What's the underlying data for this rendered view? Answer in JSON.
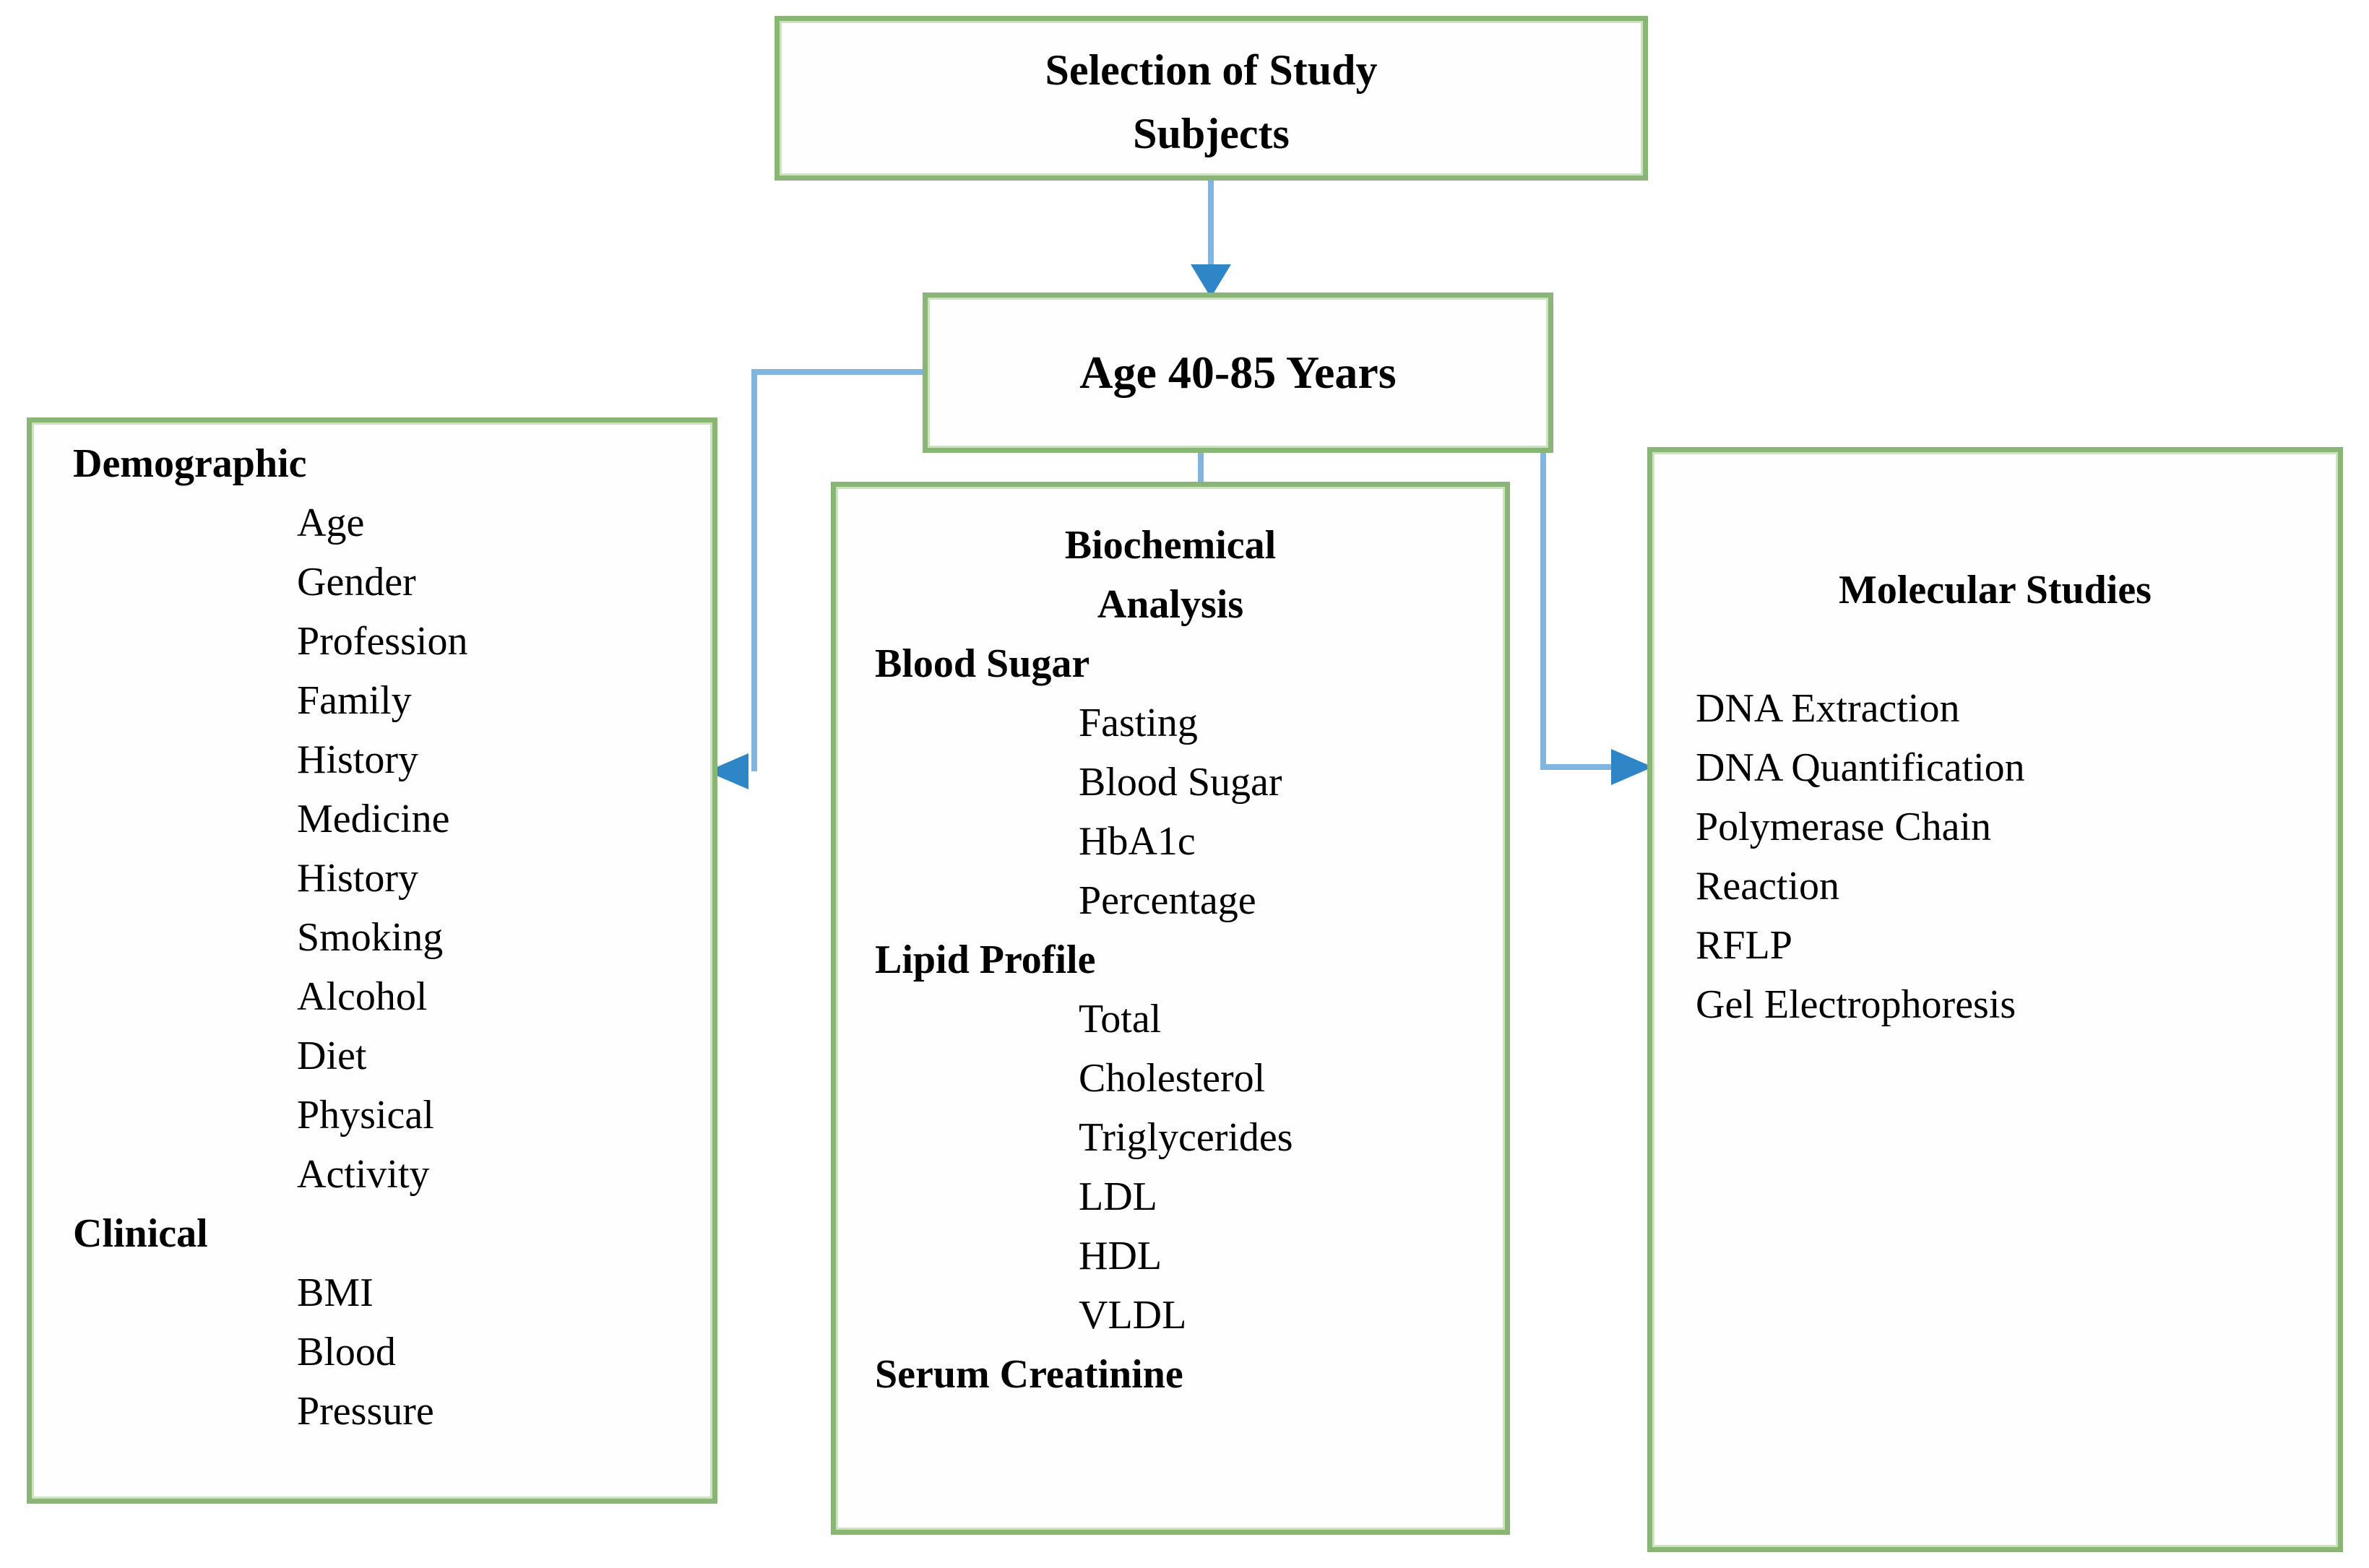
{
  "canvas": {
    "background": "#ffffff"
  },
  "colors": {
    "box_border_green": "#8ab675",
    "connector_blue": "#7fb5de",
    "arrowhead_blue": "#2e86c6",
    "text": "#000000"
  },
  "top_box": {
    "lines": [
      {
        "text": "Selection of Study",
        "bold": true,
        "center": true
      },
      {
        "text": "Subjects",
        "bold": true,
        "center": true
      }
    ]
  },
  "age_box": {
    "label": "Age 40-85 Years"
  },
  "demographic_box": {
    "lines": [
      {
        "text": "Demographic",
        "bold": true
      },
      {
        "text": "Age",
        "indent": true
      },
      {
        "text": "Gender",
        "indent": true
      },
      {
        "text": "Profession",
        "indent": true
      },
      {
        "text": "Family",
        "indent": true
      },
      {
        "text": "History",
        "indent": true
      },
      {
        "text": "Medicine",
        "indent": true
      },
      {
        "text": "History",
        "indent": true
      },
      {
        "text": "Smoking",
        "indent": true
      },
      {
        "text": "Alcohol",
        "indent": true
      },
      {
        "text": "Diet",
        "indent": true
      },
      {
        "text": "Physical",
        "indent": true
      },
      {
        "text": "Activity",
        "indent": true
      },
      {
        "text": "Clinical",
        "bold": true
      },
      {
        "text": "BMI",
        "indent": true
      },
      {
        "text": "Blood",
        "indent": true
      },
      {
        "text": "Pressure",
        "indent": true
      }
    ]
  },
  "biochemical_box": {
    "lines": [
      {
        "text": "Biochemical",
        "bold": true,
        "center": true
      },
      {
        "text": "Analysis",
        "bold": true,
        "center": true
      },
      {
        "text": "Blood Sugar",
        "bold": true
      },
      {
        "text": "Fasting",
        "indent": true
      },
      {
        "text": "Blood Sugar",
        "indent": true
      },
      {
        "text": "HbA1c",
        "indent": true
      },
      {
        "text": "Percentage",
        "indent": true
      },
      {
        "text": "Lipid Profile",
        "bold": true
      },
      {
        "text": "Total",
        "indent": true
      },
      {
        "text": "Cholesterol",
        "indent": true
      },
      {
        "text": "Triglycerides",
        "indent": true
      },
      {
        "text": "LDL",
        "indent": true
      },
      {
        "text": "HDL",
        "indent": true
      },
      {
        "text": "VLDL",
        "indent": true
      },
      {
        "text": "Serum Creatinine",
        "bold": true
      }
    ]
  },
  "molecular_box": {
    "lines": [
      {
        "text": "Molecular Studies",
        "bold": true,
        "center": true
      },
      {
        "text": ""
      },
      {
        "text": "DNA Extraction"
      },
      {
        "text": "DNA Quantification"
      },
      {
        "text": "Polymerase Chain"
      },
      {
        "text": "Reaction"
      },
      {
        "text": "RFLP"
      },
      {
        "text": "Gel Electrophoresis"
      }
    ]
  },
  "icons": {
    "down_arrow": "arrow-down-icon",
    "left_arrow": "arrow-left-icon",
    "right_arrow": "arrow-right-icon"
  }
}
